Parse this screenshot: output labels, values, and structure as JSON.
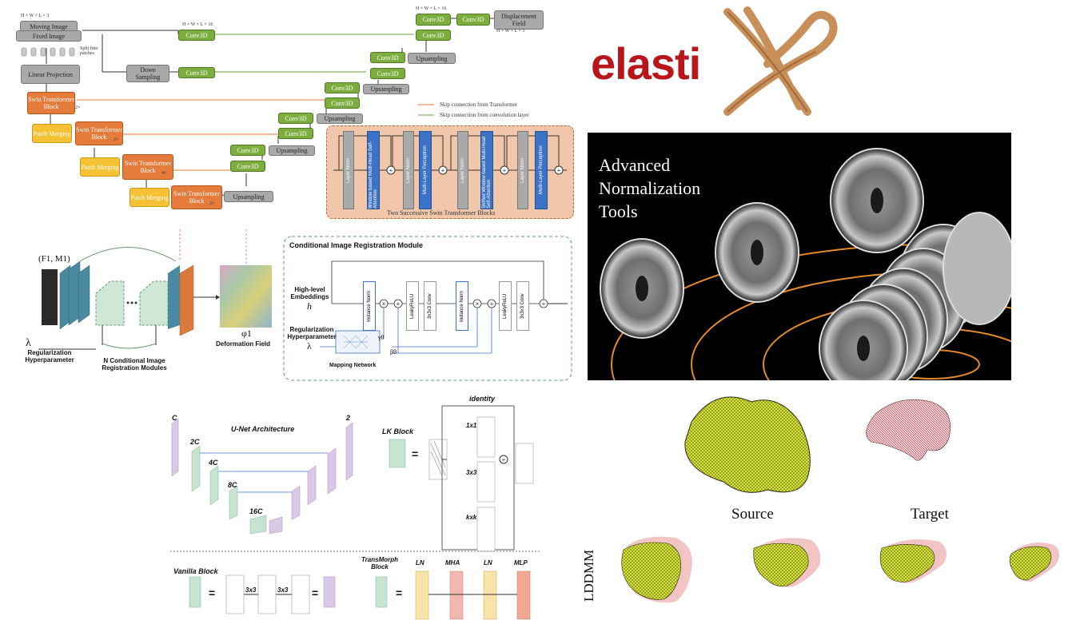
{
  "transmorph": {
    "moving_image": "Moving Image",
    "fixed_image": "Fixed Image",
    "input_dims": "H × W × L × 3",
    "split_patches": "Split Into patches",
    "linear_projection": "Linear Projection",
    "swin_block": "Swin Transformer Block",
    "patch_merging": "Patch Merging",
    "down_sampling": "Down Sampling",
    "conv3d": "Conv3D",
    "upsampling": "Upsampling",
    "displacement_field": "Displacement Field",
    "dims_top": "H × W × L × 16",
    "dims_out": "H × W × L × 3",
    "legend_skip_transformer": "Skip connection from Transformer",
    "legend_skip_conv": "Skip connection from convolution layer",
    "swin_detail_title": "Two Successive Swin Transformer Blocks",
    "layer_norm": "Layer Norm",
    "w_msa": "Window based Multi-Head Self-Attention",
    "mlp": "Multi-Layer Perceptron",
    "sw_msa": "Shifted Window based Multi-Head Self-Attention",
    "mult_2x": "2×",
    "mult_4x": "4×"
  },
  "cond_reg": {
    "input_label": "(F1, M1)",
    "lambda": "λ",
    "reg_hyper": "Regularization Hyperparameter",
    "n_modules": "N Conditional Image Registration Modules",
    "deform_symbol": "φ1",
    "deform_label": "Deformation Field",
    "module_title": "Conditional Image Registration Module",
    "high_level": "High-level Embeddings",
    "h_symbol": "h",
    "reg_hyper_module": "Regularization Hyperparameter",
    "mapping_network": "Mapping Network",
    "instance_norm": "Instance Norm",
    "leaky_relu": "LeakyReLU",
    "conv": "3x3x3 Conv",
    "gamma": "γθ",
    "beta": "βθ"
  },
  "unet": {
    "title": "U-Net Architecture",
    "c": "C",
    "c2": "2C",
    "c4": "4C",
    "c8": "8C",
    "c16": "16C",
    "out2": "2",
    "lk_block": "LK Block",
    "identity": "identity",
    "k1": "1x1",
    "k3": "3x3",
    "kk": "kxk",
    "vanilla_block": "Vanilla Block",
    "v3a": "3x3",
    "v3b": "3x3",
    "transmorph_block": "TransMorph Block",
    "ln1": "LN",
    "mha": "MHA",
    "ln2": "LN",
    "mlp": "MLP",
    "eq": "="
  },
  "elastix": {
    "logo_text": "elasti",
    "logo_x": "X",
    "text_color": "#b8161b"
  },
  "ants": {
    "title_line1": "Advanced",
    "title_line2": "Normalization",
    "title_line3": "Tools"
  },
  "lddmm": {
    "source": "Source",
    "target": "Target",
    "side_label": "LDDMM"
  }
}
